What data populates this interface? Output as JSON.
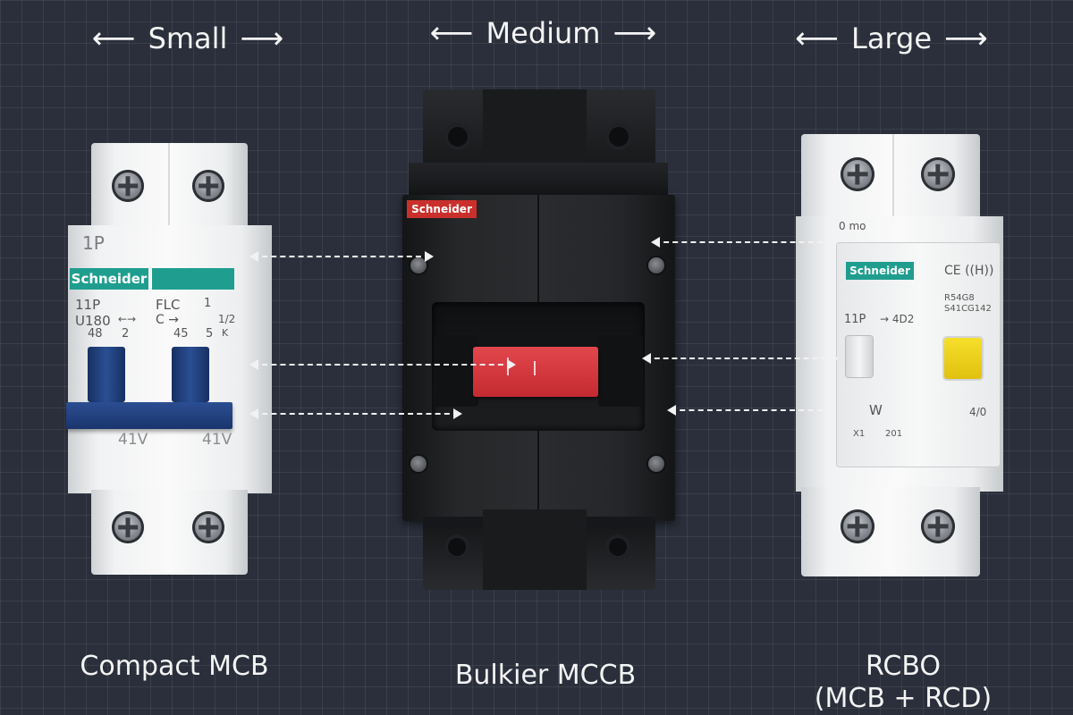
{
  "size_labels": {
    "small": "Small",
    "medium": "Medium",
    "large": "Large"
  },
  "captions": {
    "compact": "Compact MCB",
    "mccb": "Bulkier MCCB",
    "rcbo_line1": "RCBO",
    "rcbo_line2": "(MCB + RCD)"
  },
  "mcb": {
    "top_label": "1P",
    "brand": "Schneider",
    "left_lines": [
      "11P",
      "U180",
      "48"
    ],
    "left_marks": [
      "←→",
      "2"
    ],
    "right_lines": [
      "FLC",
      "C →",
      "45"
    ],
    "right_marks": [
      "1",
      "1/2",
      "5",
      "K"
    ],
    "bottom_left": "41V",
    "bottom_right": "41V"
  },
  "mccb": {
    "brand": "Schneider"
  },
  "rcbo": {
    "brand": "Schneider",
    "top_label": "0 mo",
    "cert": "CE ((H))",
    "left_lines": [
      "11P",
      "→ 4D2"
    ],
    "right_lines": [
      "R54G8",
      "S41CG142"
    ],
    "bottom_left": "W",
    "bottom_right": "4/0",
    "small_marks": [
      "X1",
      "201"
    ]
  },
  "colors": {
    "background": "#2a2f3b",
    "mcb_handle": "#1f3d7a",
    "mcb_brand": "#1f9e8f",
    "mccb_body": "#1e1f21",
    "mccb_toggle": "#d8343b",
    "rcbo_test": "#f2d318"
  }
}
